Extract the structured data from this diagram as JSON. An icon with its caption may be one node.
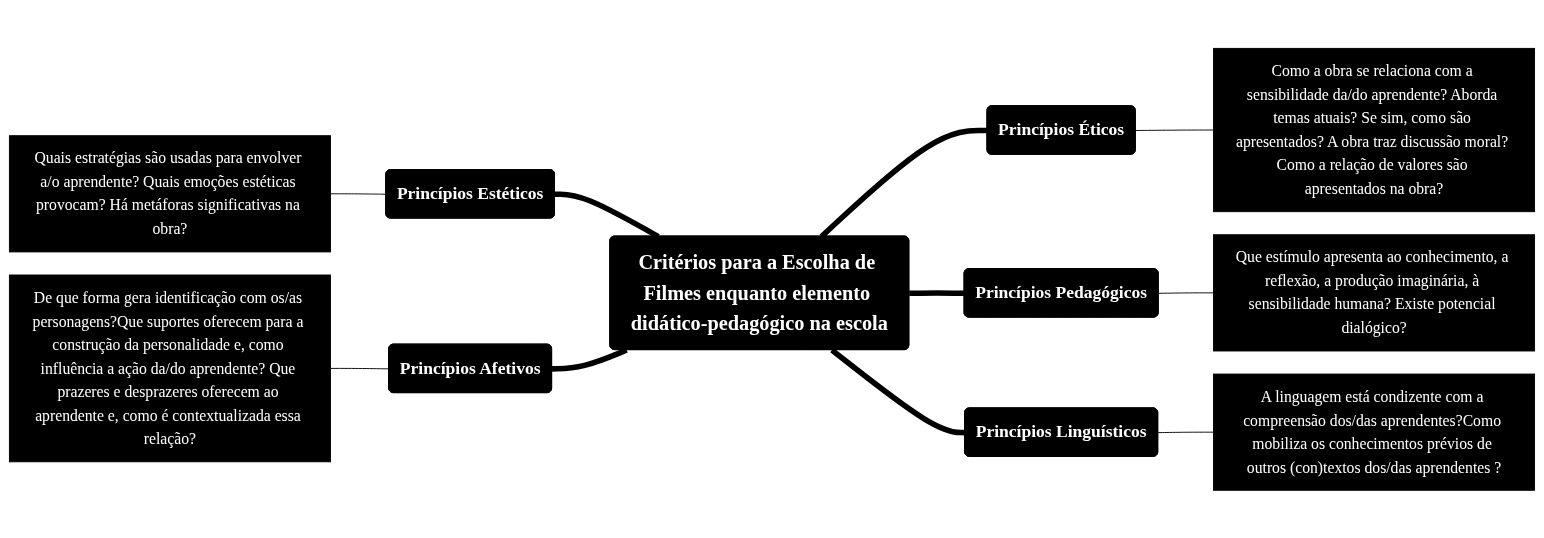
{
  "diagram": {
    "nodes": [
      {
        "text": [
          "Critérios para a Escolha de Filmes enquanto elemento didático-pedagógico na escola"
        ]
      },
      {
        "text": [
          "Princípios Estéticos"
        ]
      },
      {
        "text": [
          "Quais estratégias são usadas para envolver a/o aprendente? Quais emoções estéticas provocam? Há metáforas significativas na obra?"
        ]
      },
      {
        "text": [
          "Princípios Afetivos"
        ]
      },
      {
        "text": [
          "De que forma gera identificação com os/as personagens?Que suportes oferecem para a construção da personalidade e, como influência a ação da/do aprendente? Que prazeres e desprazeres oferecem ao aprendente e, como é contextualizada essa relação?"
        ]
      },
      {
        "text": [
          "Princípios Éticos"
        ]
      },
      {
        "text": [
          "Como a obra se relaciona com a sensibilidade da/do aprendente? Aborda temas atuais? Se sim, como são apresentados? A obra traz discussão moral? Como a relação de valores são apresentados na obra?"
        ]
      },
      {
        "text": [
          "Princípios Pedagógicos"
        ]
      },
      {
        "text": [
          "Que estímulo apresenta ao conhecimento, a reflexão, a produção imaginária, à sensibilidade humana? Existe potencial dialógico?"
        ]
      },
      {
        "text": [
          "Princípios Linguísticos"
        ]
      },
      {
        "text": [
          "A linguagem está condizente com a compreensão dos/das aprendentes?Como mobiliza os conhecimentos prévios de outros (con)textos dos/das aprendentes ?"
        ]
      }
    ],
    "edges": [
      {
        "from": 2,
        "to": 1,
        "arrow": "none"
      },
      {
        "from": 1,
        "to": 0,
        "arrow": "none",
        "style": "thick"
      },
      {
        "from": 4,
        "to": 3,
        "arrow": "none"
      },
      {
        "from": 3,
        "to": 0,
        "arrow": "none",
        "style": "thick"
      },
      {
        "from": 0,
        "to": 5,
        "arrow": "none",
        "style": "thick"
      },
      {
        "from": 5,
        "to": 6,
        "arrow": "none"
      },
      {
        "from": 0,
        "to": 7,
        "arrow": "none",
        "style": "thick"
      },
      {
        "from": 7,
        "to": 8,
        "arrow": "none"
      },
      {
        "from": 0,
        "to": 9,
        "arrow": "none",
        "style": "thick"
      },
      {
        "from": 9,
        "to": 10,
        "arrow": "none"
      }
    ]
  }
}
